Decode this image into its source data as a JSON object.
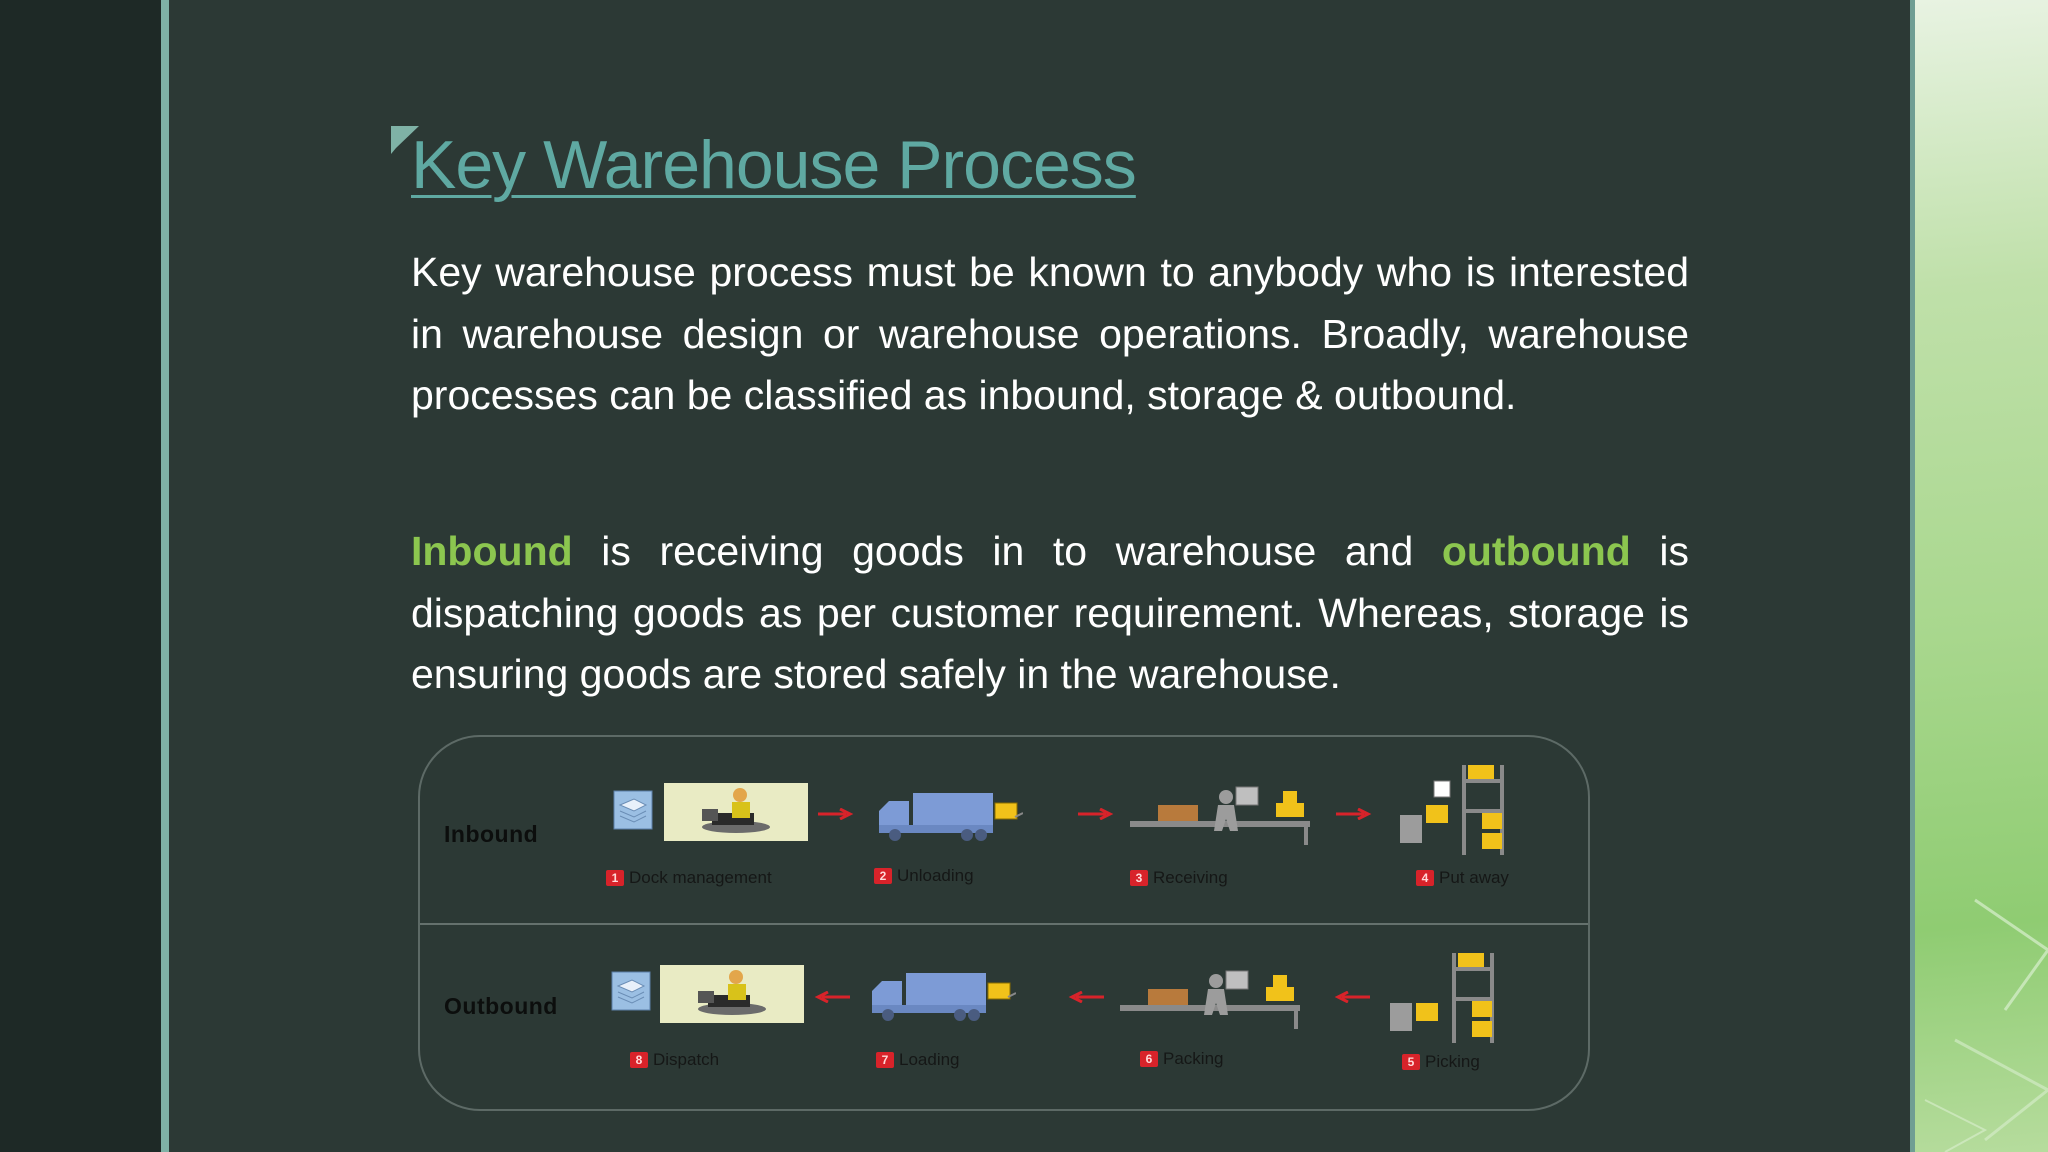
{
  "slide": {
    "title": "Key Warehouse Process",
    "paragraph1": "Key warehouse process must be known to anybody who is interested in warehouse design or warehouse operations. Broadly, warehouse processes can be classified as inbound, storage & outbound.",
    "paragraph2": {
      "term_inbound": "Inbound",
      "text_a": " is receiving goods in to warehouse and ",
      "term_outbound": "outbound",
      "text_b": " is dispatching goods as per customer requirement. Whereas, storage is ensuring goods are stored safely in the warehouse."
    }
  },
  "diagram": {
    "inbound_label": "Inbound",
    "outbound_label": "Outbound",
    "inbound_steps": [
      {
        "num": "1",
        "label": "Dock management"
      },
      {
        "num": "2",
        "label": "Unloading"
      },
      {
        "num": "3",
        "label": "Receiving"
      },
      {
        "num": "4",
        "label": "Put away"
      }
    ],
    "outbound_steps": [
      {
        "num": "8",
        "label": "Dispatch"
      },
      {
        "num": "7",
        "label": "Loading"
      },
      {
        "num": "6",
        "label": "Packing"
      },
      {
        "num": "5",
        "label": "Picking"
      }
    ]
  },
  "colors": {
    "title": "#5fa9a2",
    "highlight": "#8cc64f",
    "accent_rule": "#7fb2a6",
    "step_badge": "#d8232a"
  },
  "icons": [
    "dock-office-icon",
    "truck-icon",
    "conveyor-worker-icon",
    "rack-icon",
    "arrow-icon"
  ]
}
